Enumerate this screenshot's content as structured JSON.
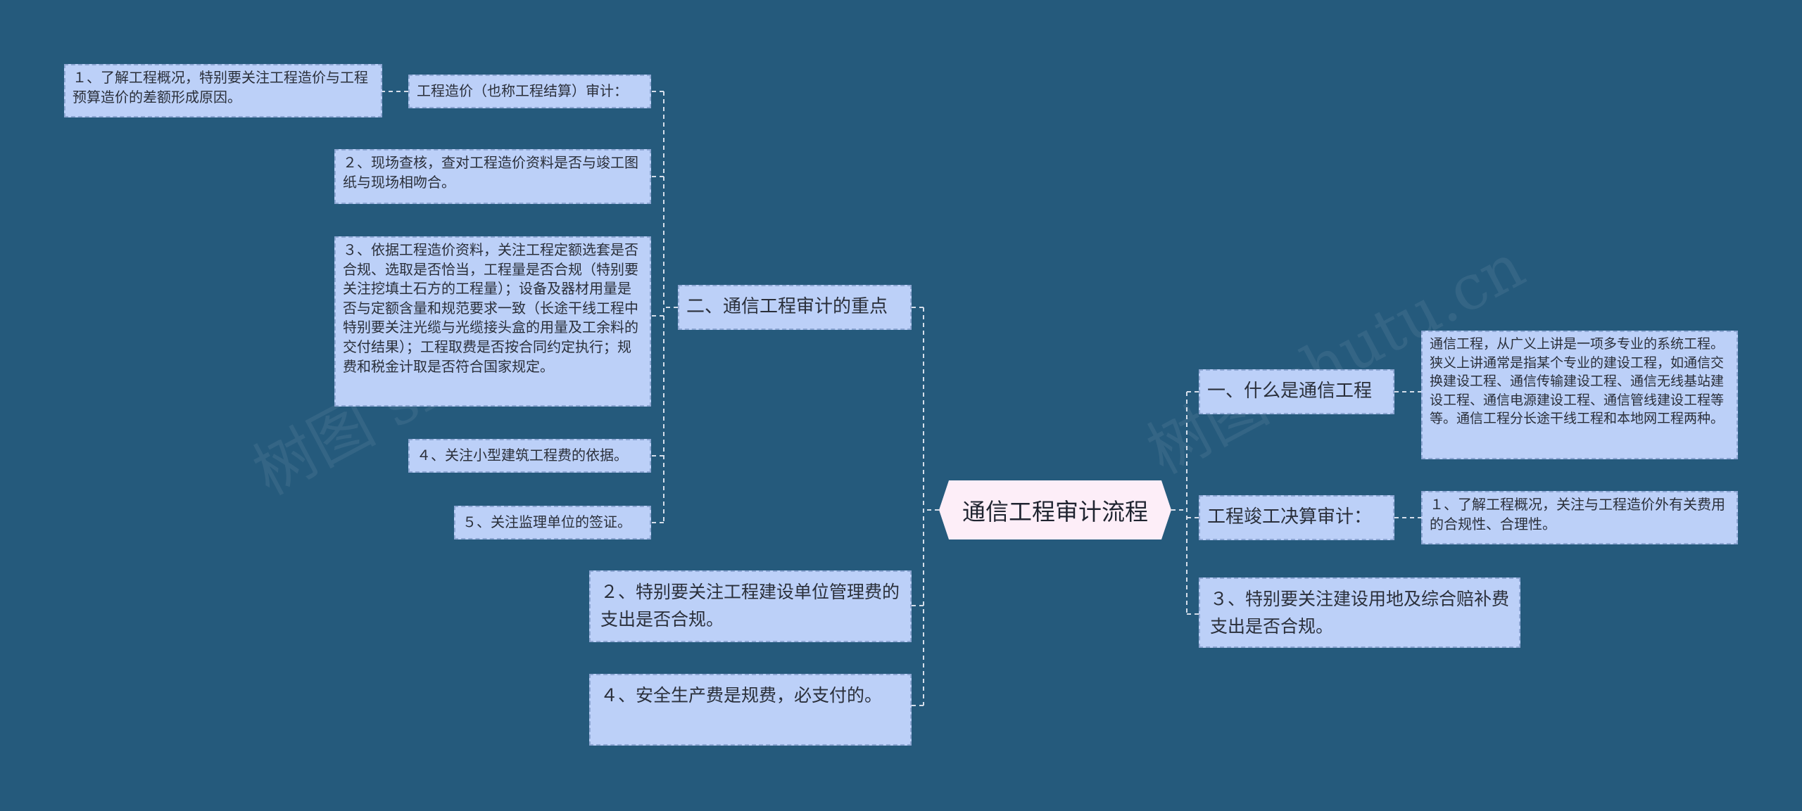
{
  "central": {
    "label": "通信工程审计流程"
  },
  "left": {
    "focus_heading": "二、通信工程审计的重点",
    "cost_heading": "工程造价（也称工程结算）审计：",
    "cost_item1": "１、了解工程概况，特别要关注工程造价与工程预算造价的差额形成原因。",
    "item2": "２、现场查核，查对工程造价资料是否与竣工图纸与现场相吻合。",
    "item3": "３、依据工程造价资料，关注工程定额选套是否合规、选取是否恰当，工程量是否合规（特别要关注挖填土石方的工程量）；设备及器材用量是否与定额含量和规范要求一致（长途干线工程中特别要关注光缆与光缆接头盒的用量及工余料的交付结果）；工程取费是否按合同约定执行；规费和税金计取是否符合国家规定。",
    "item4": "４、关注小型建筑工程费的依据。",
    "item5": "５、关注监理单位的签证。",
    "mgmt_fee": "２、特别要关注工程建设单位管理费的支出是否合规。",
    "safety_fee": "４、安全生产费是规费，必支付的。"
  },
  "right": {
    "what_heading": "一、什么是通信工程",
    "what_detail": "通信工程，从广义上讲是一项多专业的系统工程。狭义上讲通常是指某个专业的建设工程，如通信交换建设工程、通信传输建设工程、通信无线基站建设工程、通信电源建设工程、通信管线建设工程等等。通信工程分长途干线工程和本地网工程两种。",
    "final_heading": "工程竣工决算审计：",
    "final_item1": "１、了解工程概况，关注与工程造价外有关费用的合规性、合理性。",
    "land_fee": "３、特别要关注建设用地及综合赔补费支出是否合规。"
  },
  "watermarks": [
    "树图 shutu.cn",
    "树图 shutu.cn"
  ],
  "colors": {
    "background": "#255a7c",
    "node_fill": "#bcd0f8",
    "node_border": "#8da6d3",
    "central_fill": "#fdeef8",
    "connector": "#d5deea"
  }
}
